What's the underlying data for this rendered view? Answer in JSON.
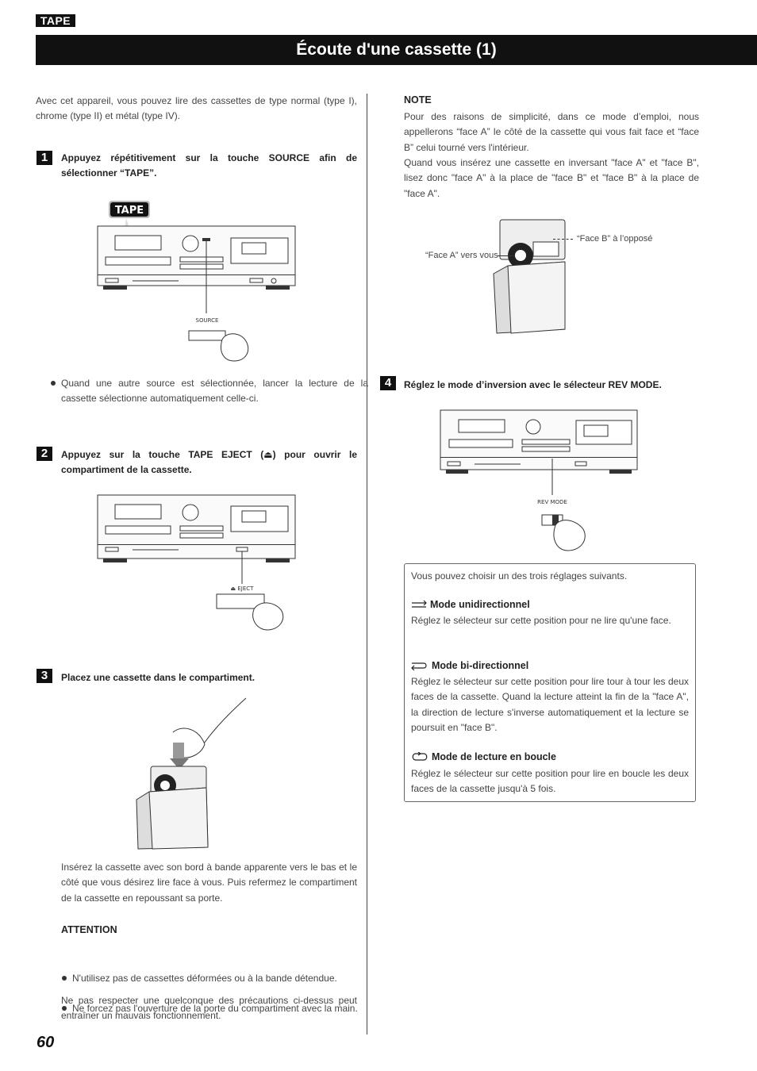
{
  "header": {
    "tag": "TAPE",
    "title": "Écoute d'une cassette (1)"
  },
  "intro": "Avec cet appareil, vous pouvez lire des cassettes de type normal (type I), chrome (type II) et métal (type IV).",
  "steps": [
    {
      "num": "1",
      "text": "Appuyez répétitivement sur la touche SOURCE afin de sélectionner “TAPE”.",
      "figure_tag": "TAPE",
      "figure_label": "SOURCE",
      "bullet": "Quand une autre source est sélectionnée, lancer la lecture de la cassette sélectionne automatiquement celle-ci."
    },
    {
      "num": "2",
      "text": "Appuyez sur la touche TAPE EJECT (⏏) pour ouvrir le compartiment de la cassette.",
      "figure_label": "⏏ EJECT"
    },
    {
      "num": "3",
      "text": "Placez une cassette dans le compartiment.",
      "para": "Insérez la cassette avec son bord à bande apparente vers le bas et le côté que vous désirez lire face à vous. Puis refermez le compartiment de la cassette en repoussant sa porte.",
      "attention_title": "ATTENTION",
      "attention_items": [
        "N'utilisez pas de cassettes déformées ou à la bande détendue.",
        "Ne forcez pas l'ouverture de la porte du compartiment avec la main."
      ],
      "warning": "Ne pas respecter une quelconque des précautions ci-dessus peut entraîner un mauvais fonctionnement."
    },
    {
      "num": "4",
      "text": "Réglez le mode d’inversion avec le sélecteur REV MODE.",
      "figure_label": "REV MODE"
    }
  ],
  "note": {
    "title": "NOTE",
    "p1": "Pour des raisons de simplicité, dans ce mode d’emploi, nous appellerons “face A” le côté de la cassette qui vous fait face et “face B” celui tourné vers l'intérieur.",
    "p2": "Quand vous insérez une cassette en inversant \"face A\" et \"face B\", lisez donc \"face A\" à la place de \"face B\" et \"face B\" à la place de \"face A\".",
    "label_a": "“Face A” vers vous",
    "label_b": "“Face B” à l’opposé"
  },
  "modes_box": {
    "intro": "Vous pouvez choisir un des trois réglages suivants.",
    "modes": [
      {
        "title": "Mode unidirectionnel",
        "icon": "one-way-icon",
        "text": "Réglez le sélecteur sur cette position pour ne lire qu'une face."
      },
      {
        "title": "Mode bi-directionnel",
        "icon": "two-way-icon",
        "text": "Réglez le sélecteur sur cette position pour lire tour à tour les deux faces de la cassette. Quand la lecture atteint la fin de la \"face A\", la direction de lecture s'inverse automatiquement et la lecture se poursuit en \"face B\"."
      },
      {
        "title": "Mode de lecture en boucle",
        "icon": "loop-icon",
        "text": "Réglez le sélecteur sur cette position pour lire en boucle les deux faces de la cassette jusqu'à 5 fois."
      }
    ]
  },
  "page_number": "60"
}
